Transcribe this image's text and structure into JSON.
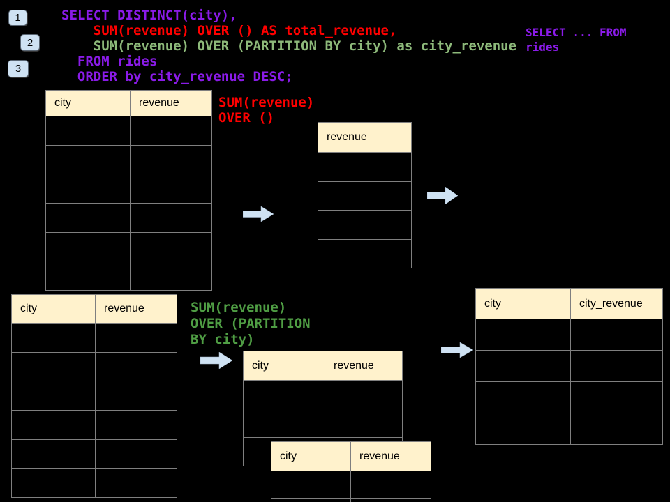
{
  "slide": {
    "background": "#000000"
  },
  "colors": {
    "purple": "#8A1BE8",
    "red": "#FF0000",
    "code_green": "#8DB97A",
    "annotation_green": "#4F9D44",
    "table_header_fill": "#FFF2CC",
    "table_border": "#7F7F7F",
    "arrow_fill": "#CFE2F3",
    "badge_fill": "#CFE2F3"
  },
  "badges": [
    {
      "label": "1"
    },
    {
      "label": "2"
    },
    {
      "label": "3"
    }
  ],
  "code": {
    "lines": [
      {
        "text": "SELECT DISTINCT(city),",
        "color": "purple"
      },
      {
        "text": "    SUM(revenue) OVER () AS total_revenue,",
        "color": "red"
      },
      {
        "text": "    SUM(revenue) OVER (PARTITION BY city) as city_revenue",
        "color": "code_green"
      },
      {
        "text": "  FROM rides",
        "color": "purple"
      },
      {
        "text": "  ORDER by city_revenue DESC;",
        "color": "purple"
      }
    ]
  },
  "side_note": {
    "lines": [
      "SELECT ... FROM",
      "rides"
    ]
  },
  "annotations": {
    "total_over": {
      "lines": [
        "SUM(revenue)",
        "OVER ()"
      ]
    },
    "partition_over": {
      "lines": [
        "SUM(revenue)",
        "OVER (PARTITION",
        "BY city)"
      ]
    }
  },
  "tables": {
    "source_top": {
      "headers": [
        "city",
        "revenue"
      ],
      "rows": 6
    },
    "total_revenue": {
      "headers": [
        "revenue"
      ],
      "rows": 4
    },
    "source_bottom": {
      "headers": [
        "city",
        "revenue"
      ],
      "rows": 6
    },
    "partition_first": {
      "headers": [
        "city",
        "revenue"
      ],
      "rows": 3
    },
    "partition_second": {
      "headers": [
        "city",
        "revenue"
      ],
      "rows": 2
    },
    "result": {
      "headers": [
        "city",
        "city_revenue"
      ],
      "rows": 4
    }
  }
}
